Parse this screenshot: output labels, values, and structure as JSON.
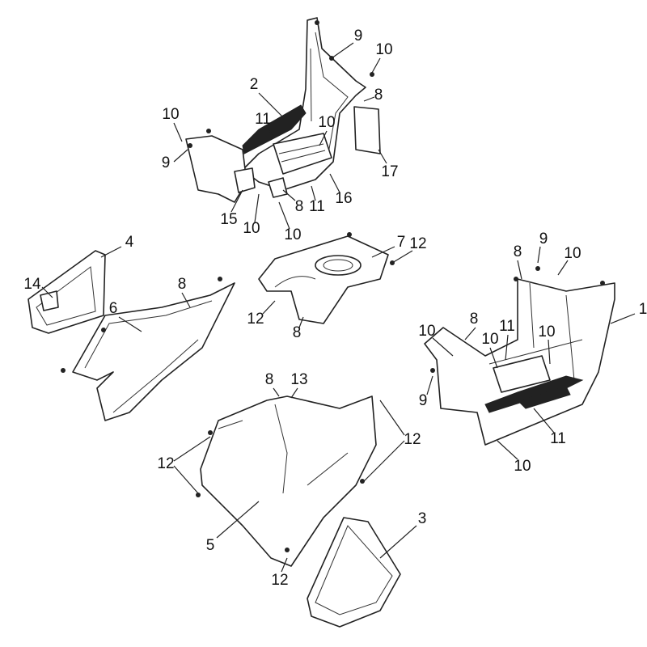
{
  "diagram": {
    "type": "exploded-parts-view",
    "callouts": [
      "9",
      "10",
      "2",
      "11",
      "10",
      "10",
      "9",
      "8",
      "17",
      "16",
      "15",
      "10",
      "8",
      "11",
      "10",
      "4",
      "14",
      "6",
      "8",
      "7",
      "12",
      "12",
      "8",
      "9",
      "8",
      "10",
      "1",
      "8",
      "10",
      "10",
      "11",
      "10",
      "9",
      "11",
      "10",
      "8",
      "13",
      "12",
      "12",
      "5",
      "12",
      "3"
    ]
  }
}
